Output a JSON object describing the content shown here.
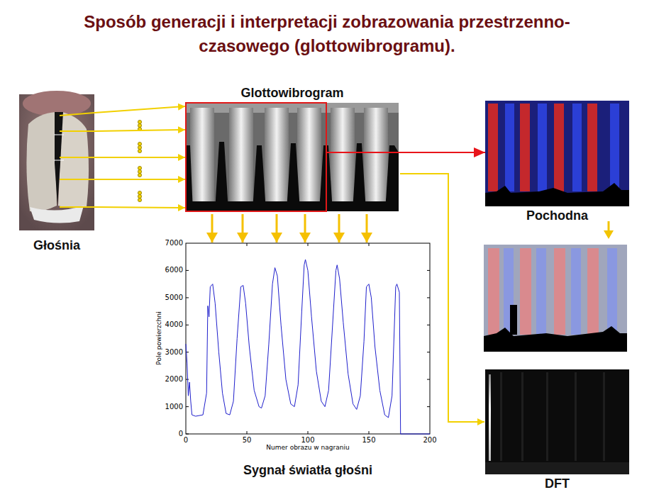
{
  "diagram": {
    "title": "Sposób generacji i interpretacji zobrazowania przestrzenno-czasowego (glottowibrogramu).",
    "nodes": [
      {
        "text": [
          "Głośnia"
        ]
      },
      {
        "text": [
          "Glottowibrogram"
        ]
      },
      {
        "text": [
          "Pochodna"
        ]
      },
      {
        "text": [
          "Sygnał światła głośni"
        ]
      },
      {
        "text": [
          "DFT"
        ]
      }
    ],
    "edges": [
      {
        "from": 0,
        "to": 1,
        "arrow": "to"
      },
      {
        "from": 0,
        "to": 1,
        "arrow": "to"
      },
      {
        "from": 0,
        "to": 1,
        "arrow": "to"
      },
      {
        "from": 0,
        "to": 1,
        "arrow": "to"
      },
      {
        "from": 0,
        "to": 1,
        "arrow": "to"
      },
      {
        "from": 1,
        "to": 2,
        "arrow": "to"
      },
      {
        "from": 1,
        "to": 3,
        "arrow": "to"
      },
      {
        "from": 1,
        "to": 3,
        "arrow": "to"
      },
      {
        "from": 1,
        "to": 3,
        "arrow": "to"
      },
      {
        "from": 1,
        "to": 3,
        "arrow": "to"
      },
      {
        "from": 1,
        "to": 3,
        "arrow": "to"
      },
      {
        "from": 1,
        "to": 3,
        "arrow": "to"
      },
      {
        "from": 1,
        "to": 4,
        "arrow": "to"
      }
    ],
    "labels": [
      "0",
      "1000",
      "2000",
      "3000",
      "4000",
      "5000",
      "6000",
      "7000",
      "Pole powierzchni",
      "0",
      "50",
      "100",
      "150",
      "200",
      "Numer obrazu w nagraniu"
    ]
  }
}
